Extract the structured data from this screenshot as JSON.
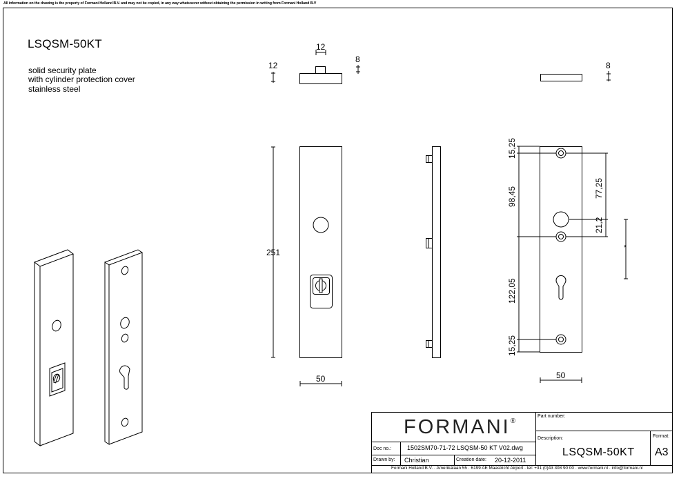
{
  "header": {
    "notice": "All information on the drawing is the property of Formani Holland B.V. and may not be copied, in any way whatsoever without obtaining the permission in writing from Formani Holland B.V"
  },
  "product": {
    "code": "LSQSM-50KT",
    "description_lines": [
      "solid security plate",
      "with cylinder protection cover",
      "stainless steel"
    ]
  },
  "dimensions": {
    "top_spindle_width": "12",
    "top_height_left": "12",
    "top_thickness": "8",
    "right_thickness": "8",
    "overall_length": "251",
    "width_front": "50",
    "width_back": "50",
    "hole_edge_top": "15,25",
    "hole_edge_bottom": "15,25",
    "upper_span": "98,45",
    "lower_span": "122,05",
    "hole_to_hole": "77,25",
    "small_gap": "21,2",
    "asterisk": "*"
  },
  "title_block": {
    "brand": "FORMANI",
    "brand_mark": "®",
    "part_number_label": "Part number:",
    "description_label": "Description:",
    "format_label": "Format:",
    "doc_no_label": "Doc no.:",
    "doc_no_value": "1502SM70-71-72 LSQSM-50 KT V02.dwg",
    "drawn_by_label": "Drawn by:",
    "drawn_by_value": "Christian",
    "creation_date_label": "Creation date:",
    "creation_date_value": "20-12-2011",
    "description_value": "LSQSM-50KT",
    "format_value": "A3",
    "footer": "Formani Holland B.V.  ·  Amerikalaan 55  ·  6199 AE Maastricht Airport  ·  tel: +31 (0)43 308 90 00  ·  www.formani.nl  ·  info@formani.nl"
  }
}
